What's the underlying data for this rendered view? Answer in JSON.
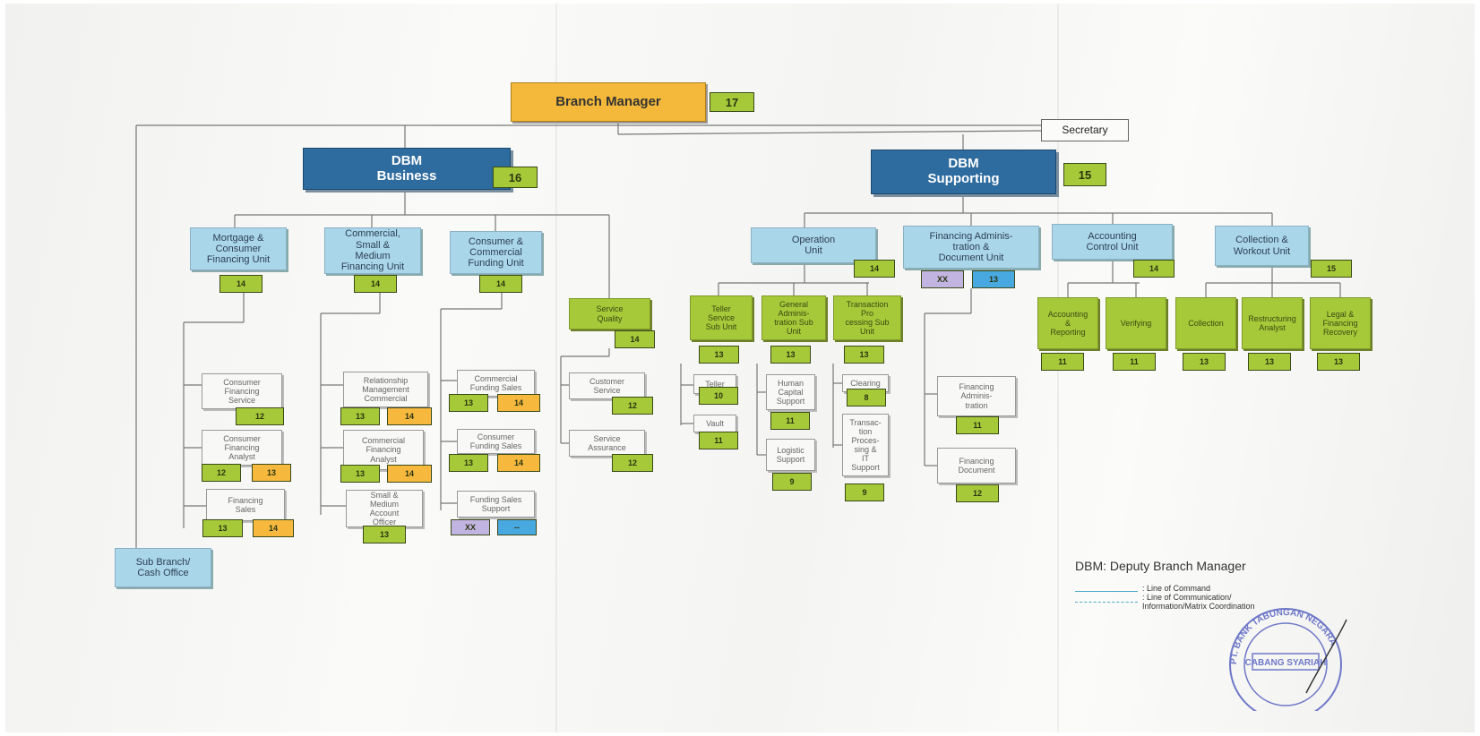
{
  "nodes": {
    "branch_manager": {
      "label": "Branch Manager",
      "grade": "17"
    },
    "secretary": {
      "label": "Secretary"
    },
    "dbm_business": {
      "label": "DBM\nBusiness",
      "grade": "16"
    },
    "dbm_supporting": {
      "label": "DBM\nSupporting",
      "grade": "15"
    },
    "mortgage": {
      "label": "Mortgage &\nConsumer\nFinancing Unit",
      "grade": "14"
    },
    "commercial_sm": {
      "label": "Commercial,\nSmall &\nMedium\nFinancing Unit",
      "grade": "14"
    },
    "consumer_funding_unit": {
      "label": "Consumer &\nCommercial\nFunding Unit",
      "grade": "14"
    },
    "service_quality": {
      "label": "Service\nQuality",
      "grade": "14"
    },
    "sub_branch": {
      "label": "Sub Branch/\nCash Office"
    },
    "cfs": {
      "label": "Consumer\nFinancing\nService",
      "grade": "12"
    },
    "cfa": {
      "label": "Consumer\nFinancing\nAnalyst",
      "grades": [
        "12",
        "13"
      ]
    },
    "fsales": {
      "label": "Financing\nSales",
      "grades": [
        "13",
        "14"
      ]
    },
    "rmc": {
      "label": "Relationship\nManagement\nCommercial",
      "grades": [
        "13",
        "14"
      ]
    },
    "comfa": {
      "label": "Commercial\nFinancing\nAnalyst",
      "grades": [
        "13",
        "14"
      ]
    },
    "smao": {
      "label": "Small &\nMedium\nAccount\nOfficer",
      "grade": "13"
    },
    "comfs": {
      "label": "Commercial\nFunding Sales",
      "grades": [
        "13",
        "14"
      ]
    },
    "confs": {
      "label": "Consumer\nFunding Sales",
      "grades": [
        "13",
        "14"
      ]
    },
    "fss": {
      "label": "Funding Sales\nSupport",
      "grades": [
        "XX",
        "--"
      ]
    },
    "cust_service": {
      "label": "Customer\nService",
      "grade": "12"
    },
    "service_assurance": {
      "label": "Service\nAssurance",
      "grade": "12"
    },
    "operation_unit": {
      "label": "Operation\nUnit",
      "grade": "14"
    },
    "fin_admin_doc": {
      "label": "Financing Adminis-\ntration &\nDocument Unit",
      "grades": [
        "XX",
        "13"
      ]
    },
    "acc_control": {
      "label": "Accounting\nControl Unit",
      "grade": "14"
    },
    "collection_workout": {
      "label": "Collection &\nWorkout Unit",
      "grade": "15"
    },
    "teller_service": {
      "label": "Teller\nService\nSub Unit",
      "grade": "13"
    },
    "gen_admin": {
      "label": "General\nAdminis-\ntration Sub\nUnit",
      "grade": "13"
    },
    "trans_proc": {
      "label": "Transaction\nPro\ncessing Sub\nUnit",
      "grade": "13"
    },
    "teller": {
      "label": "Teller",
      "grade": "10"
    },
    "vault": {
      "label": "Vault",
      "grade": "11"
    },
    "hcs": {
      "label": "Human\nCapital\nSupport",
      "grade": "11"
    },
    "logistic": {
      "label": "Logistic\nSupport",
      "grade": "9"
    },
    "clearing": {
      "label": "Clearing",
      "grade": "8"
    },
    "tpit": {
      "label": "Transac-\ntion\nProces-\nsing &\nIT\nSupport",
      "grade": "9"
    },
    "fin_admin": {
      "label": "Financing\nAdminis-\ntration",
      "grade": "11"
    },
    "fin_doc": {
      "label": "Financing\nDocument",
      "grade": "12"
    },
    "acc_rep": {
      "label": "Accounting\n&\nReporting",
      "grade": "11"
    },
    "verifying": {
      "label": "Verifying",
      "grade": "11"
    },
    "collection": {
      "label": "Collection",
      "grade": "13"
    },
    "restructuring": {
      "label": "Restructuring\nAnalyst",
      "grade": "13"
    },
    "legal": {
      "label": "Legal &\nFinancing\nRecovery",
      "grade": "13"
    }
  },
  "legend": {
    "title": "DBM: Deputy Branch Manager",
    "command": ": Line of Command",
    "communication": ": Line of Communication/\nInformation/Matrix Coordination"
  },
  "stamp": {
    "text": "PT. BANK TABUNGAN NEGARA",
    "center": "CABANG SYARIAH"
  },
  "colors": {
    "dark_blue": "#2e6b9e",
    "light_blue": "#aad6ea",
    "green": "#a6c93a",
    "orange": "#f6b93e",
    "purple": "#c2b4e0",
    "blue": "#48a8e0"
  }
}
